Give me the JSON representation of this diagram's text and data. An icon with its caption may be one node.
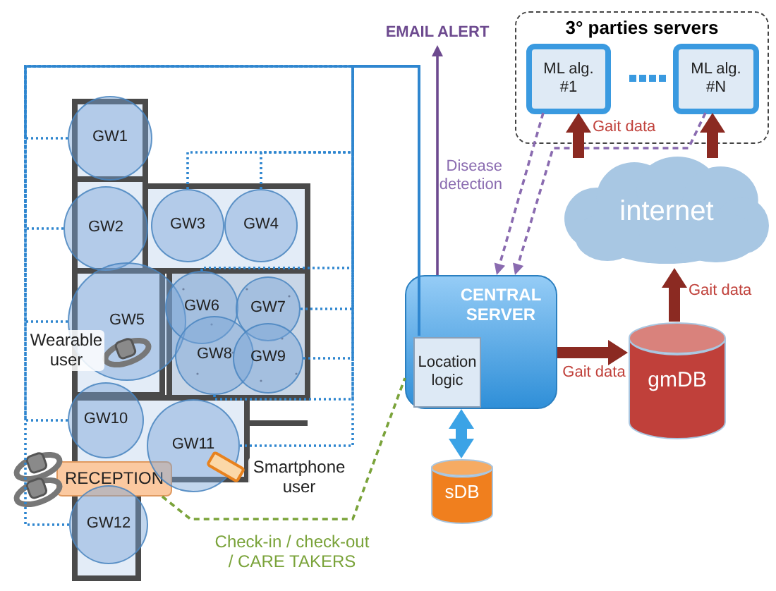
{
  "diagram": {
    "nodes": [
      {
        "text": [
          "3° parties servers"
        ]
      },
      {
        "text": [
          "ML alg. #1"
        ],
        "in": 0
      },
      {
        "text": [
          "ML alg. #N"
        ],
        "in": 0
      },
      {
        "text": [
          "internet"
        ]
      },
      {
        "text": [
          "CENTRAL SERVER"
        ]
      },
      {
        "text": [
          "Location logic"
        ],
        "in": 4
      },
      {
        "text": [
          "gmDB"
        ]
      },
      {
        "text": [
          "sDB"
        ]
      },
      {
        "text": [
          "EMAIL ALERT"
        ]
      },
      {
        "text": [
          "RECEPTION"
        ]
      },
      {
        "text": [
          "GW1"
        ]
      },
      {
        "text": [
          "GW2"
        ]
      },
      {
        "text": [
          "GW3"
        ]
      },
      {
        "text": [
          "GW4"
        ]
      },
      {
        "text": [
          "GW5"
        ]
      },
      {
        "text": [
          "GW6"
        ]
      },
      {
        "text": [
          "GW7"
        ]
      },
      {
        "text": [
          "GW8"
        ]
      },
      {
        "text": [
          "GW9"
        ]
      },
      {
        "text": [
          "GW10"
        ]
      },
      {
        "text": [
          "GW11"
        ]
      },
      {
        "text": [
          "GW12"
        ]
      }
    ],
    "edges": [
      {
        "from": 4,
        "to": 8,
        "arrow": "to",
        "color": "#6d4a8f"
      },
      {
        "from": 1,
        "to": 4,
        "arrow": "to",
        "style": "dashed",
        "color": "#8a6bb0",
        "label": "Disease detection"
      },
      {
        "from": 2,
        "to": 4,
        "arrow": "to",
        "style": "dashed",
        "color": "#8a6bb0"
      },
      {
        "from": 3,
        "to": 1,
        "arrow": "to",
        "style": "thick",
        "color": "#8b2a22",
        "label": "Gait data"
      },
      {
        "from": 3,
        "to": 2,
        "arrow": "to",
        "style": "thick",
        "color": "#8b2a22"
      },
      {
        "from": 6,
        "to": 3,
        "arrow": "to",
        "style": "thick",
        "color": "#8b2a22",
        "label": "Gait data"
      },
      {
        "from": 4,
        "to": 6,
        "arrow": "to",
        "style": "thick",
        "color": "#8b2a22",
        "label": "Gait data"
      },
      {
        "from": 4,
        "to": 7,
        "arrow": "both",
        "style": "thick",
        "color": "#3ba3e6"
      },
      {
        "from": 9,
        "to": 4,
        "arrow": "none",
        "style": "dashed",
        "color": "#7aa33a",
        "label": "Check-in / check-out / CARE TAKERS"
      },
      {
        "from": 10,
        "to": 5,
        "arrow": "none",
        "style": "dashed"
      },
      {
        "from": 11,
        "to": 5,
        "arrow": "none",
        "style": "dashed"
      },
      {
        "from": 12,
        "to": 5,
        "arrow": "none",
        "style": "dashed"
      },
      {
        "from": 13,
        "to": 5,
        "arrow": "none",
        "style": "dashed"
      },
      {
        "from": 14,
        "to": 5,
        "arrow": "none",
        "style": "dashed"
      },
      {
        "from": 15,
        "to": 5,
        "arrow": "none",
        "style": "dashed"
      },
      {
        "from": 16,
        "to": 5,
        "arrow": "none",
        "style": "dashed"
      },
      {
        "from": 17,
        "to": 5,
        "arrow": "none",
        "style": "dashed"
      },
      {
        "from": 18,
        "to": 5,
        "arrow": "none",
        "style": "dashed"
      },
      {
        "from": 19,
        "to": 5,
        "arrow": "none",
        "style": "dashed"
      },
      {
        "from": 20,
        "to": 5,
        "arrow": "none",
        "style": "dashed"
      },
      {
        "from": 21,
        "to": 5,
        "arrow": "none",
        "style": "dashed"
      }
    ],
    "labels": [
      "Wearable user",
      "Smartphone user"
    ]
  }
}
